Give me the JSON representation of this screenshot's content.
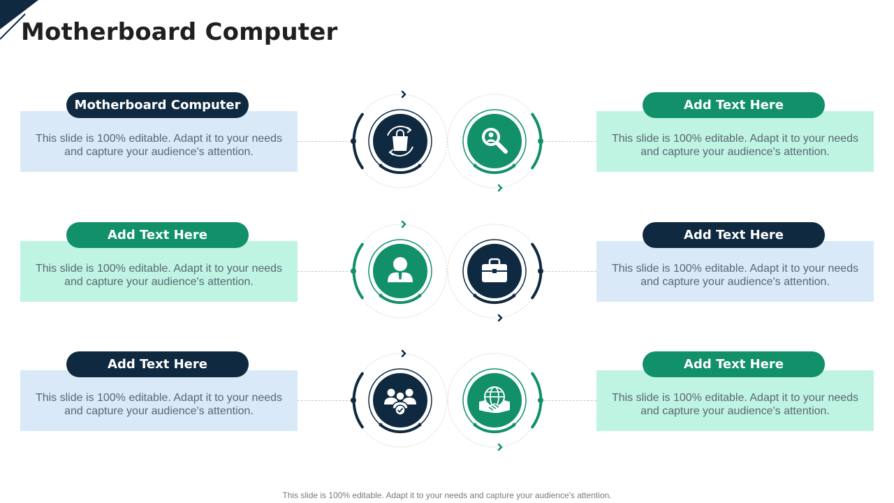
{
  "title": "Motherboard Computer",
  "colors": {
    "navy": "#0f2940",
    "green": "#11906a",
    "blue_box": "#d9e9f8",
    "mint_box": "#bff4e3"
  },
  "items": [
    {
      "label": "Motherboard Computer",
      "text": "This slide is 100% editable. Adapt it to your needs and capture your audience's attention.",
      "icon": "shopping-bag-refresh-icon"
    },
    {
      "label": "Add Text Here",
      "text": "This slide is 100% editable. Adapt it to your needs and capture your audience's attention.",
      "icon": "search-person-icon"
    },
    {
      "label": "Add Text Here",
      "text": "This slide is 100% editable. Adapt it to your needs and capture your audience's attention.",
      "icon": "user-icon"
    },
    {
      "label": "Add Text Here",
      "text": "This slide is 100% editable. Adapt it to your needs and capture your audience's attention.",
      "icon": "briefcase-icon"
    },
    {
      "label": "Add Text Here",
      "text": "This slide is 100% editable. Adapt it to your needs and capture your audience's attention.",
      "icon": "team-check-icon"
    },
    {
      "label": "Add Text Here",
      "text": "This slide is 100% editable. Adapt it to your needs and capture your audience's attention.",
      "icon": "globe-handshake-icon"
    }
  ],
  "footer": "This slide is 100% editable. Adapt it to your needs and capture your audience's attention."
}
